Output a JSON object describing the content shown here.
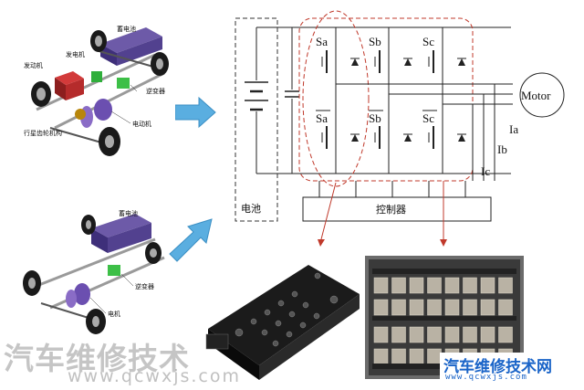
{
  "top_car": {
    "battery": "蓄电池",
    "generator": "发电机",
    "engine": "发动机",
    "inverter": "逆变器",
    "motor": "电动机",
    "planetary": "行星齿轮机构"
  },
  "bottom_car": {
    "battery": "蓄电池",
    "inverter": "逆变器",
    "motor": "电机"
  },
  "circuit": {
    "battery_label": "电池",
    "controller_label": "控制器",
    "switches_top": [
      "Sa",
      "Sb",
      "Sc"
    ],
    "switches_bottom": [
      "Sa",
      "Sb",
      "Sc"
    ],
    "motor_label": "Motor",
    "currents": [
      "Ia",
      "Ib",
      "Ic"
    ]
  },
  "watermark": {
    "text": "汽车维修技术",
    "url": "www.qcwxjs.com"
  },
  "logo": {
    "name": "汽车维修技术网",
    "url": "www.qcwxjs.com"
  },
  "colors": {
    "arrow_blue": "#5aaee0",
    "dashed_red": "#c0392b",
    "logo_blue": "#1a64c8"
  }
}
